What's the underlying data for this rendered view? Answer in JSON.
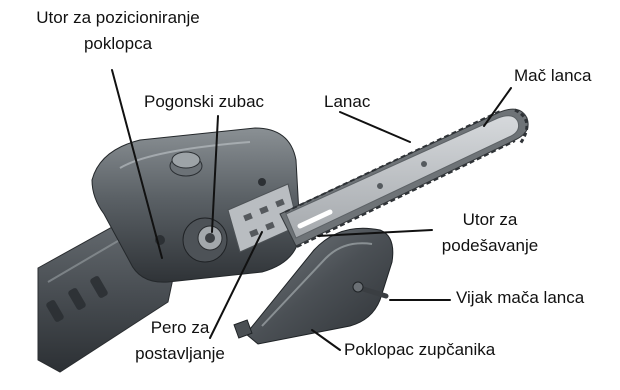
{
  "labels": {
    "slot_positioning_line1": "Utor za pozicioniranje",
    "slot_positioning_line2": "poklopca",
    "drive_sprocket": "Pogonski zubac",
    "chain": "Lanac",
    "bar": "Mač lanca",
    "adjust_slot_line1": "Utor za",
    "adjust_slot_line2": "podešavanje",
    "bar_bolt": "Vijak mača lanca",
    "pin_line1": "Pero za",
    "pin_line2": "postavljanje",
    "sprocket_cover": "Poklopac zupčanika"
  },
  "colors": {
    "body_dark": "#3f4449",
    "body_mid": "#5b6166",
    "body_light": "#8a9094",
    "bar_light": "#c9cccf",
    "bar_mid": "#a9adb1",
    "chain_dark": "#6e7377",
    "leader": "#111111"
  }
}
